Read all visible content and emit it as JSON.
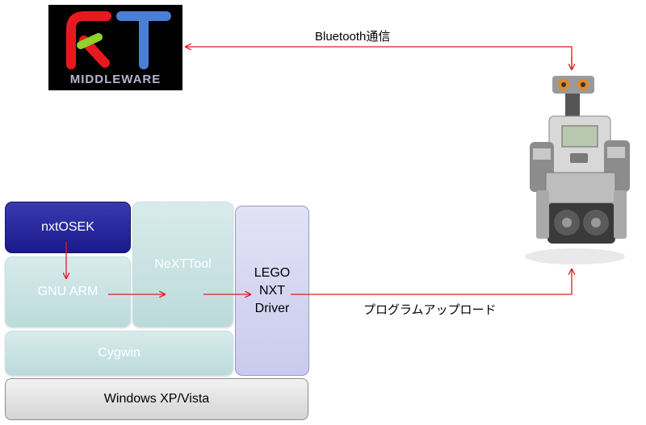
{
  "logo": {
    "text": "MIDDLEWARE",
    "colors": {
      "r": "#e8191e",
      "t": "#4a7fd6",
      "bar": "#8dd32a"
    }
  },
  "stack": {
    "nxtosek": "nxtOSEK",
    "gnu_arm": "GNU ARM",
    "nexttool": "NeXTTool",
    "cygwin": "Cygwin",
    "driver": [
      "LEGO",
      "NXT",
      "Driver"
    ],
    "windows": "Windows XP/Vista"
  },
  "labels": {
    "bluetooth": "Bluetooth通信",
    "upload": "プログラムアップロード"
  },
  "robot": {
    "icon": "lego-nxt-robot"
  },
  "colors": {
    "arrow": "#e8191e",
    "nxtosek_bg": "#1f1f92",
    "teal": "#c8e2e3",
    "driver_bg": "#d4d4f1"
  }
}
